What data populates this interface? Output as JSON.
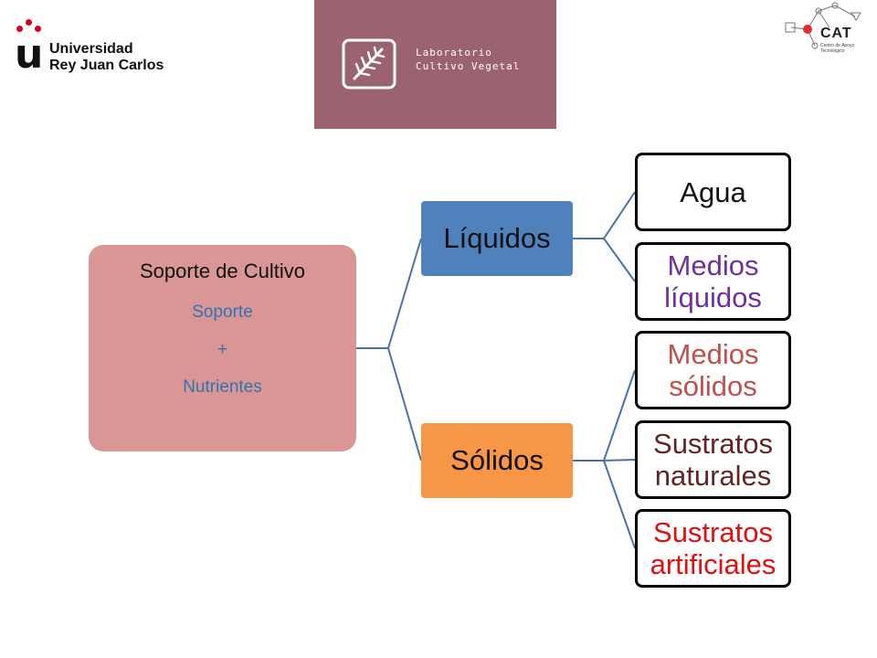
{
  "logos": {
    "university": {
      "line1": "Universidad",
      "line2": "Rey Juan Carlos",
      "mark": "u",
      "accent": "#d4001e"
    },
    "lab": {
      "line1": "Laboratorio",
      "line2": "Cultivo Vegetal",
      "background": "#9b6370"
    },
    "cat": {
      "text": "CAT",
      "sub1": "Centro de Apoyo",
      "sub2": "Tecnológico",
      "accent": "#e0302a"
    }
  },
  "diagram": {
    "root": {
      "title": "Soporte de Cultivo",
      "line1": "Soporte",
      "line2": "+",
      "line3": "Nutrientes"
    },
    "branches": [
      {
        "label": "Líquidos",
        "color": "#4f81bd",
        "children": [
          {
            "label": "Agua",
            "color": "#111111"
          },
          {
            "label": "Medios líquidos",
            "color": "#7030a0"
          }
        ]
      },
      {
        "label": "Sólidos",
        "color": "#f79646",
        "children": [
          {
            "label": "Medios sólidos",
            "color": "#c0504d"
          },
          {
            "label": "Sustratos naturales",
            "color": "#632523"
          },
          {
            "label": "Sustratos artificiales",
            "color": "#e01010"
          }
        ]
      }
    ],
    "connector_color": "#4a72a8"
  }
}
